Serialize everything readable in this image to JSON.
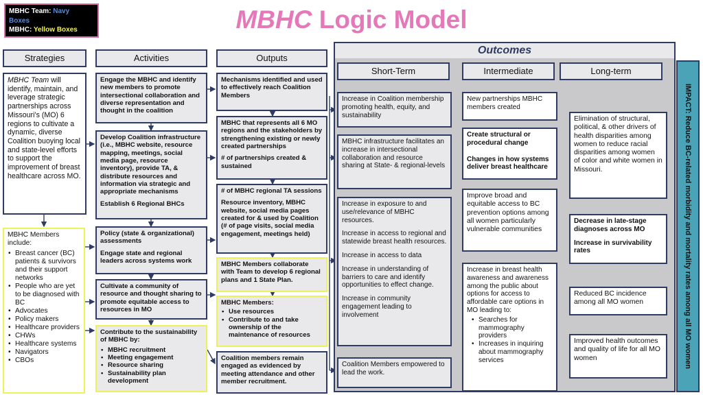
{
  "legend": {
    "team_prefix": "MBHC Team: ",
    "team_color_word": "Navy",
    "team_suffix": "Boxes",
    "members_prefix": "MBHC: ",
    "members_color_word": "Yellow  Boxes",
    "colors": {
      "navy": "#5b8bd6",
      "yellow": "#f4f447",
      "pink_border": "#d46fa6"
    }
  },
  "title": {
    "italic": "MBHC",
    "rest": " Logic Model",
    "color": "#e478b8"
  },
  "headers": {
    "strategies": "Strategies",
    "activities": "Activities",
    "outputs": "Outputs",
    "outcomes": "Outcomes",
    "short_term": "Short-Term",
    "intermediate": "Intermediate",
    "long_term": "Long-term"
  },
  "impact": "IMPACT: Reduce BC-related morbidity and mortality rates among all MO women",
  "strategies": {
    "team_italic": "MBHC Team",
    "team_text": " will identify, maintain, and leverage strategic partnerships across Missouri’s (MO) 6 regions to cultivate a dynamic, diverse Coalition buoying local and state-level efforts to support the improvement of breast healthcare across MO.",
    "members_intro": "MBHC Members include:",
    "members_list": [
      "Breast cancer (BC) patients & survivors and their support networks",
      "People who are yet to be diagnosed with BC",
      "Advocates",
      "Policy makers",
      "Healthcare providers",
      "CHWs",
      "Healthcare systems",
      "Navigators",
      "CBOs"
    ]
  },
  "activities": {
    "a1": "Engage the MBHC and identify new members to promote intersectional collaboration and diverse representation and thought in the coalition",
    "a2_main": "Develop Coalition infrastructure (i.e., MBHC website, resource mapping, meetings, social media page, resource inventory), provide TA, & distribute resources and information via strategic and appropriate mechanisms",
    "a2_sub": "Establish 6 Regional BHCs",
    "a3_main": "Policy (state & organizational) assessments",
    "a3_sub": "Engage state and regional leaders across systems work",
    "a4": "Cultivate a community of resource and thought sharing  to promote equitable access to resources in MO",
    "a5_intro": "Contribute to the sustainability of MBHC by:",
    "a5_list": [
      "MBHC recruitment",
      "Meeting engagement",
      "Resource sharing",
      "Sustainability plan development"
    ]
  },
  "outputs": {
    "o1": "Mechanisms identified and used to  effectively reach Coalition Members",
    "o2_main": "MBHC that represents all 6 MO regions and the stakeholders by strengthening existing or newly created partnerships",
    "o2_sub": "# of partnerships created & sustained",
    "o3_main": "# of MBHC regional TA sessions",
    "o3_sub": "Resource inventory, MBHC website, social media pages created for & used by Coalition (# of page visits, social media engagement, meetings held)",
    "o4": "MBHC Members collaborate with Team to develop 6 regional plans and 1 State Plan.",
    "o5_intro": "MBHC Members:",
    "o5_list": [
      "Use resources",
      "Contribute to and take ownership of  the maintenance of resources"
    ],
    "o6": "Coalition members remain engaged as evidenced by meeting attendance and other member recruitment."
  },
  "short_term": {
    "s1": "Increase in Coalition membership promoting health, equity, and sustainability",
    "s2": "MBHC infrastructure facilitates an increase in intersectional collaboration and resource sharing at State- & regional-levels",
    "s3": [
      "Increase in exposure to and use/relevance of MBHC resources.",
      "Increase in access to regional and statewide breast health resources.",
      "Increase in access to data",
      "Increase in understanding of barriers to care and identify opportunities to effect change.",
      "Increase in community engagement leading to involvement"
    ],
    "s4": "Coalition Members empowered to lead the work."
  },
  "intermediate": {
    "i1": "New partnerships MBHC members created",
    "i2_a": "Create structural or procedural change",
    "i2_b": "Changes in how systems deliver breast healthcare",
    "i3": "Improve broad and equitable access to BC prevention options among all women particularly vulnerable communities",
    "i4_intro": "Increase in breast health awareness and awareness among the public about options for access to affordable care options in MO leading to:",
    "i4_list": [
      "Searches for mammography providers",
      "Increases in inquiring about mammography services"
    ]
  },
  "long_term": {
    "l1": "Elimination of structural, political, & other drivers of health disparities among women to reduce racial disparities among women of color and white women in  Missouri.",
    "l2_a": "Decrease in late-stage diagnoses across MO",
    "l2_b": "Increase in  survivability rates",
    "l3": "Reduced BC incidence among all MO women",
    "l4": "Improved health outcomes and quality of life for all MO women"
  }
}
